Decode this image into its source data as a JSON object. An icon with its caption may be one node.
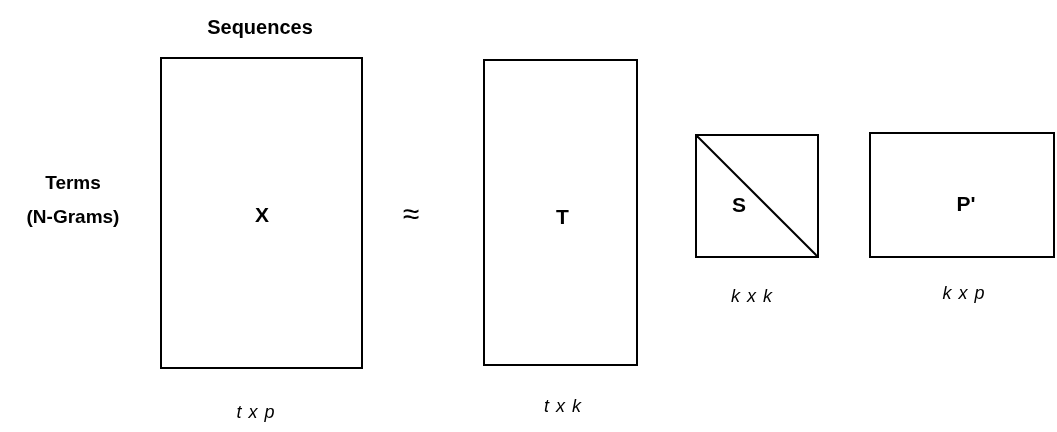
{
  "diagram": {
    "nodes": [
      {
        "text": [
          "X"
        ],
        "beside": [
          "t x p"
        ]
      },
      {
        "text": [
          "T"
        ],
        "beside": [
          "t x k"
        ]
      },
      {
        "text": [
          "S"
        ],
        "beside": [
          "k x k"
        ]
      },
      {
        "text": [
          "P'"
        ],
        "beside": [
          "k x p"
        ]
      }
    ],
    "labels": [
      "Sequences",
      "Terms (N-Grams)",
      "≈"
    ]
  }
}
